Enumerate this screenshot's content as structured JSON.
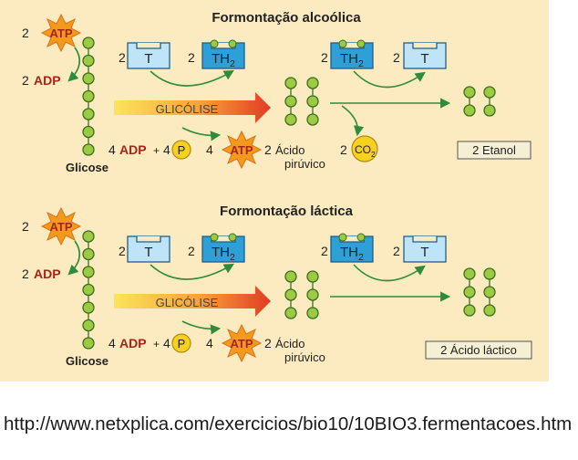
{
  "colors": {
    "background": "#fcebc0",
    "atp_star": "#f39a1c",
    "box_light": "#bfe3f7",
    "box_dark": "#2f9fd8",
    "molecule": "#9ccb43",
    "arrow": "#2f8c3e",
    "glicolise_gradient": [
      "#fbe45a",
      "#f6a23a",
      "#e23b23"
    ]
  },
  "sections": [
    {
      "title": "Formontação alcoólica",
      "atp": {
        "coef": "2",
        "label": "ATP"
      },
      "adp": {
        "coef": "2",
        "label": "ADP"
      },
      "glucose_label": "Glicose",
      "t_box": {
        "coef": "2",
        "label": "T"
      },
      "th2_box": {
        "coef": "2",
        "label": "TH",
        "sub": "2"
      },
      "glicolise_label": "GLICÓLISE",
      "adp_bottom": {
        "coef": "4",
        "label": "ADP",
        "plus": "+",
        "p_coef": "4",
        "p_label": "P"
      },
      "atp_bottom": {
        "coef": "4",
        "label": "ATP"
      },
      "piruvico": {
        "coef": "2",
        "line1": "Ácido",
        "line2": "pirúvico"
      },
      "th2_box_right": {
        "coef": "2",
        "label": "TH",
        "sub": "2"
      },
      "t_box_right": {
        "coef": "2",
        "label": "T"
      },
      "co2": {
        "coef": "2",
        "label": "CO",
        "sub": "2"
      },
      "product_label": "2 Etanol"
    },
    {
      "title": "Formontação láctica",
      "atp": {
        "coef": "2",
        "label": "ATP"
      },
      "adp": {
        "coef": "2",
        "label": "ADP"
      },
      "glucose_label": "Glicose",
      "t_box": {
        "coef": "2",
        "label": "T"
      },
      "th2_box": {
        "coef": "2",
        "label": "TH",
        "sub": "2"
      },
      "glicolise_label": "GLICÓLISE",
      "adp_bottom": {
        "coef": "4",
        "label": "ADP",
        "plus": "+",
        "p_coef": "4",
        "p_label": "P"
      },
      "atp_bottom": {
        "coef": "4",
        "label": "ATP"
      },
      "piruvico": {
        "coef": "2",
        "line1": "Ácido",
        "line2": "pirúvico"
      },
      "th2_box_right": {
        "coef": "2",
        "label": "TH",
        "sub": "2"
      },
      "t_box_right": {
        "coef": "2",
        "label": "T"
      },
      "product_label": "2 Ácido láctico"
    }
  ],
  "source_url": "http://www.netxplica.com/exercicios/bio10/10BIO3.fermentacoes.htm"
}
